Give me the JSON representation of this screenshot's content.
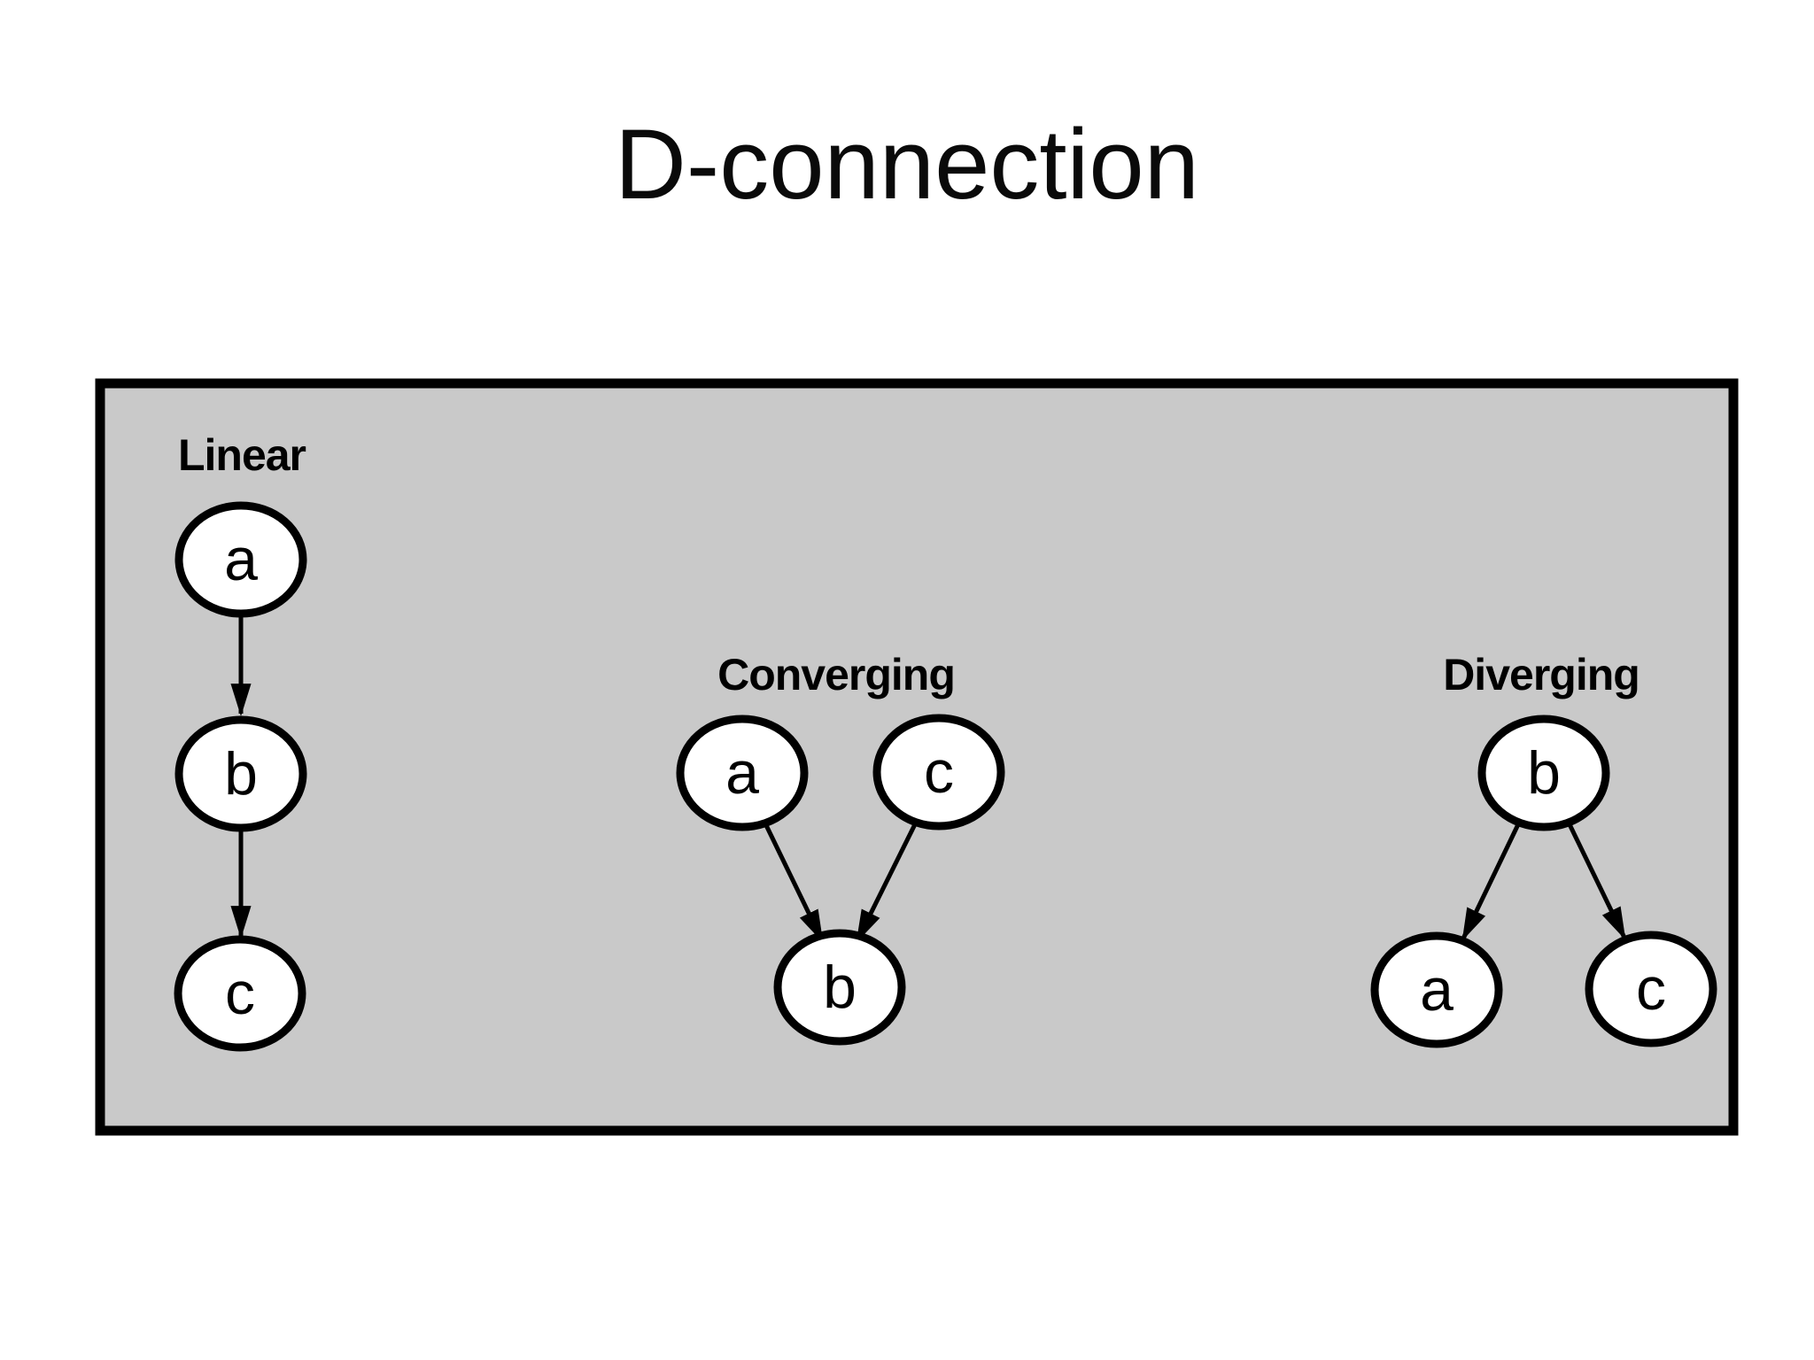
{
  "title": "D-connection",
  "panel": {
    "bg_color": "#c9c9c9",
    "border_color": "#000000",
    "node_fill": "#ffffff",
    "node_stroke": "#000000",
    "text_color": "#000000",
    "groups": [
      {
        "label": "Linear",
        "nodes": {
          "a": "a",
          "b": "b",
          "c": "c"
        },
        "edges": [
          {
            "from": "a",
            "to": "b"
          },
          {
            "from": "b",
            "to": "c"
          }
        ]
      },
      {
        "label": "Converging",
        "nodes": {
          "a": "a",
          "b": "b",
          "c": "c"
        },
        "edges": [
          {
            "from": "a",
            "to": "b"
          },
          {
            "from": "c",
            "to": "b"
          }
        ]
      },
      {
        "label": "Diverging",
        "nodes": {
          "a": "a",
          "b": "b",
          "c": "c"
        },
        "edges": [
          {
            "from": "b",
            "to": "a"
          },
          {
            "from": "b",
            "to": "c"
          }
        ]
      }
    ]
  }
}
